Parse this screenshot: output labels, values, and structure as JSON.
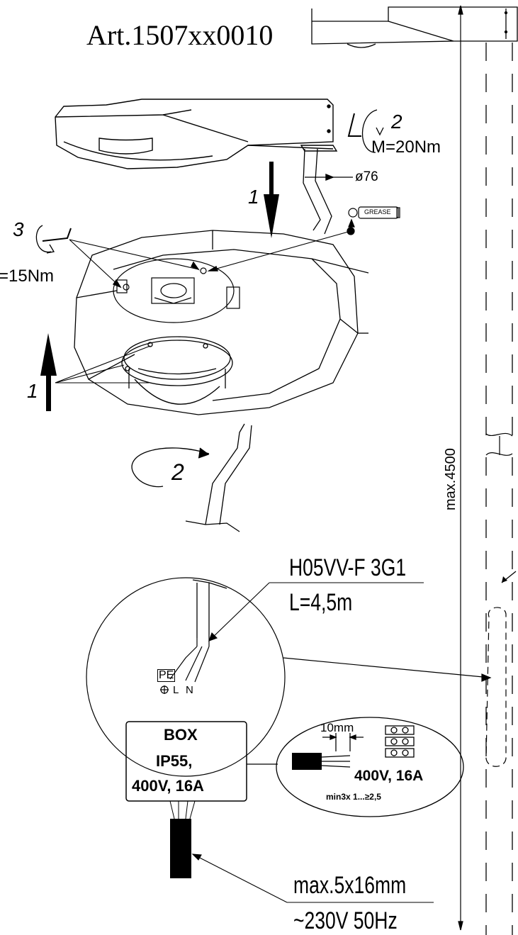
{
  "article": "Art.1507xx0010",
  "steps": {
    "head_mount": {
      "step_down": "1",
      "step_rotate": "2",
      "torque": "M=20Nm",
      "diameter": "ø76",
      "grease": "GREASE"
    },
    "cover": {
      "step_screw": "3",
      "torque": "=15Nm",
      "step_up": "1",
      "step_turn": "2"
    }
  },
  "pole_height": "max.4500",
  "cable": {
    "type": "H05VV-F 3G1",
    "length": "L=4,5m"
  },
  "wires": {
    "pe": "PE",
    "l": "L",
    "n": "N"
  },
  "box": {
    "title": "BOX",
    "ip": "IP55,",
    "rating": "400V, 16A"
  },
  "terminal": {
    "strip_length": "10mm",
    "rating": "400V, 16A",
    "section": "min3x 1...≥2,5"
  },
  "supply": {
    "cable": "max.5x16mm",
    "voltage": "~230V 50Hz"
  }
}
